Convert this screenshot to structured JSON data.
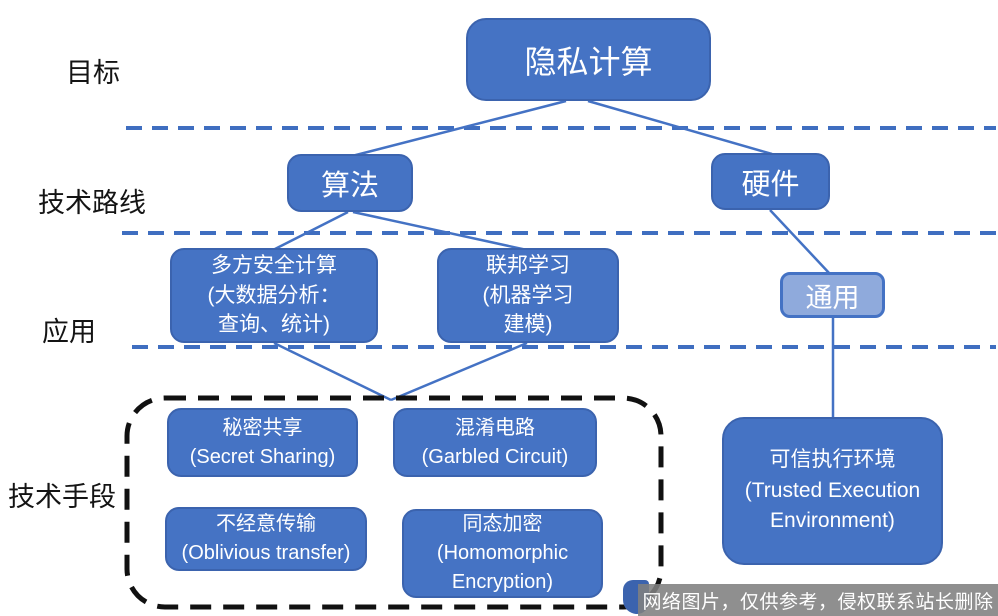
{
  "row_labels": {
    "goal": "目标",
    "route": "技术路线",
    "application": "应用",
    "means": "技术手段"
  },
  "nodes": {
    "privacy_computing": {
      "label": "隐私计算"
    },
    "algorithm": {
      "label": "算法"
    },
    "hardware": {
      "label": "硬件"
    },
    "mpc": {
      "lines": [
        "多方安全计算",
        "(大数据分析：",
        "查询、统计)"
      ]
    },
    "federated_learning": {
      "lines": [
        "联邦学习",
        "(机器学习",
        "建模)"
      ]
    },
    "general": {
      "label": "通用"
    },
    "secret_sharing": {
      "lines": [
        "秘密共享",
        "(Secret Sharing)"
      ]
    },
    "garbled_circuit": {
      "lines": [
        "混淆电路",
        "(Garbled Circuit)"
      ]
    },
    "oblivious_transfer": {
      "lines": [
        "不经意传输",
        "(Oblivious transfer)"
      ]
    },
    "homomorphic_encryption": {
      "lines": [
        "同态加密",
        "(Homomorphic",
        "Encryption)"
      ]
    },
    "tee": {
      "lines": [
        "可信执行环境",
        "(Trusted Execution",
        "Environment)"
      ]
    }
  },
  "watermark": "网络图片，仅供参考，侵权联系站长删除",
  "colors": {
    "node_fill": "#4573C4",
    "node_border": "#3B63AE",
    "light_node_fill": "#8FAADC",
    "connector": "#4472C4",
    "dashed_group_box": "#111111",
    "watermark_bg": "#808080"
  }
}
